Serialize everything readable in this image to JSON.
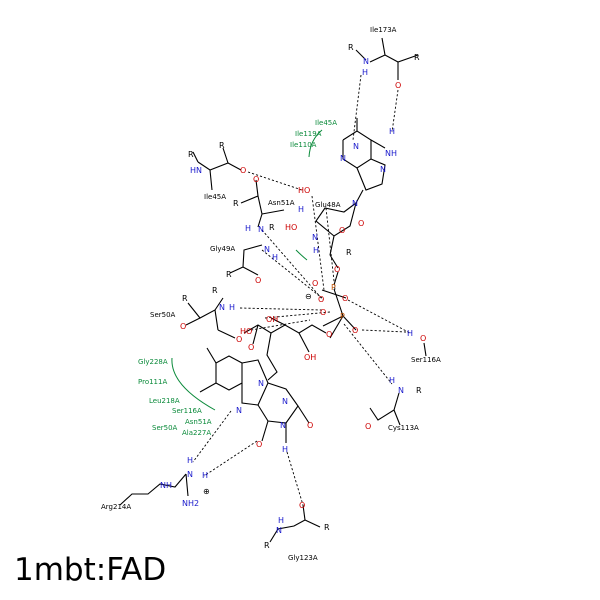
{
  "title": "1mbt:FAD",
  "colors": {
    "N": "#1a1acc",
    "O": "#cc0000",
    "P": "#c05000",
    "C": "#000000",
    "hydrophobic": "#0a8a3a"
  },
  "residue_labels": [
    {
      "id": "ile173",
      "text": "Ile173A"
    },
    {
      "id": "ile45-top",
      "text": "Ile45A"
    },
    {
      "id": "asn51-top",
      "text": "Asn51A"
    },
    {
      "id": "glu48",
      "text": "Glu48A"
    },
    {
      "id": "gly49",
      "text": "Gly49A"
    },
    {
      "id": "ser50",
      "text": "Ser50A"
    },
    {
      "id": "ser116-right",
      "text": "Ser116A"
    },
    {
      "id": "cys113",
      "text": "Cys113A"
    },
    {
      "id": "arg214",
      "text": "Arg214A"
    },
    {
      "id": "gly123",
      "text": "Gly123A"
    }
  ],
  "hydrophobic_labels": [
    {
      "id": "ile45-hyd",
      "text": "Ile45A"
    },
    {
      "id": "ile119-hyd",
      "text": "Ile119A"
    },
    {
      "id": "ile110-hyd",
      "text": "Ile110A"
    },
    {
      "id": "gly228-hyd",
      "text": "Gly228A"
    },
    {
      "id": "pro111-hyd",
      "text": "Pro111A"
    },
    {
      "id": "leu218-hyd",
      "text": "Leu218A"
    },
    {
      "id": "ser116-hyd",
      "text": "Ser116A"
    },
    {
      "id": "asn51-hyd",
      "text": "Asn51A"
    },
    {
      "id": "ser50-hyd",
      "text": "Ser50A"
    },
    {
      "id": "ala227-hyd",
      "text": "Ala227A"
    }
  ],
  "atom_labels": {
    "N": "N",
    "NH": "NH",
    "HN": "HN",
    "NH2": "NH2",
    "H": "H",
    "O": "O",
    "HO": "HO",
    "OH": "OH",
    "P": "P",
    "R": "R",
    "minus": "⊖",
    "plus": "⊕"
  }
}
